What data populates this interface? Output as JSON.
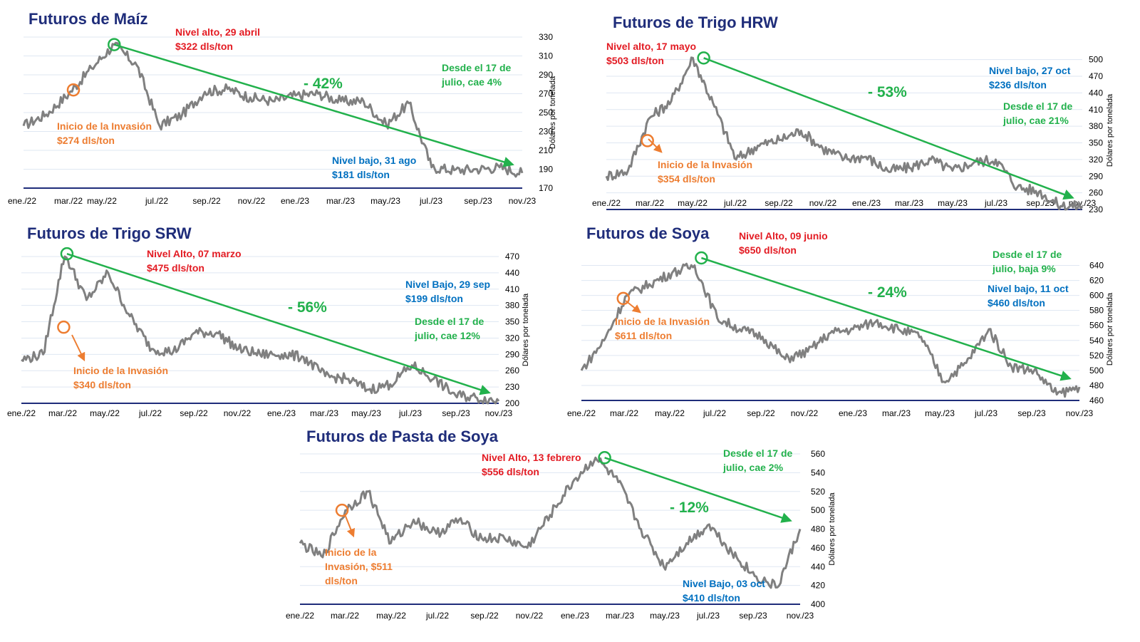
{
  "colors": {
    "title": "#1f2d7a",
    "series": "#808080",
    "high": "#e31b23",
    "low": "#0070c0",
    "invasion": "#ed7d31",
    "trend": "#22b14c",
    "axis": "#1f2d7a",
    "grid": "#dfe7f2"
  },
  "x_tick_labels": [
    "ene./22",
    "mar./22",
    "may./22",
    "jul./22",
    "sep./22",
    "nov./22",
    "ene./23",
    "mar./23",
    "may./23",
    "jul./23",
    "sep./23",
    "nov./23"
  ],
  "chart_data": [
    {
      "type": "line",
      "title": "Futuros de Maíz",
      "ylabel": "Dólares por tonelada",
      "ylim": [
        170,
        330
      ],
      "yticks": [
        170,
        190,
        210,
        230,
        250,
        270,
        290,
        310,
        330
      ],
      "grid": true,
      "x": [
        "ene./22",
        "feb./22",
        "mar./22",
        "abr./22",
        "may./22",
        "jun./22",
        "jul./22",
        "ago./22",
        "sep./22",
        "oct./22",
        "nov./22",
        "dic./22",
        "ene./23",
        "feb./23",
        "mar./23",
        "abr./23",
        "may./23",
        "jun./23",
        "jul./23",
        "ago./23",
        "sep./23",
        "oct./23",
        "nov./23"
      ],
      "series": [
        {
          "values": [
            236,
            248,
            270,
            297,
            322,
            300,
            236,
            248,
            272,
            275,
            266,
            262,
            268,
            270,
            262,
            262,
            237,
            260,
            192,
            189,
            190,
            192,
            186
          ]
        }
      ],
      "high": {
        "label": "Nivel alto, 29 abril",
        "value_label": "$322 dls/ton",
        "x": 4,
        "y": 322
      },
      "low": {
        "label": "Nivel bajo, 31 ago",
        "value_label": "$181 dls/ton"
      },
      "invasion": {
        "label": "Inicio de la Invasión",
        "value_label": "$274 dls/ton",
        "x": 2.2,
        "y": 274
      },
      "change": "- 42%",
      "since_july": [
        "Desde el 17 de",
        "julio, cae 4%"
      ]
    },
    {
      "type": "line",
      "title": "Futuros de Trigo HRW",
      "ylabel": "Dólares por tonelada",
      "ylim": [
        230,
        515
      ],
      "yticks": [
        230,
        260,
        290,
        320,
        350,
        380,
        410,
        440,
        470,
        500
      ],
      "grid": true,
      "x": [
        "ene./22",
        "feb./22",
        "mar./22",
        "abr./22",
        "may./22",
        "jun./22",
        "jul./22",
        "ago./22",
        "sep./22",
        "oct./22",
        "nov./22",
        "dic./22",
        "ene./23",
        "feb./23",
        "mar./23",
        "abr./23",
        "may./23",
        "jun./23",
        "jul./23",
        "ago./23",
        "sep./23",
        "oct./23",
        "nov./23"
      ],
      "series": [
        {
          "values": [
            290,
            300,
            395,
            425,
            503,
            415,
            320,
            345,
            355,
            372,
            340,
            322,
            325,
            300,
            305,
            320,
            300,
            315,
            320,
            270,
            262,
            236,
            236
          ]
        }
      ],
      "high": {
        "label": "Nivel alto, 17 mayo",
        "value_label": "$503 dls/ton",
        "x": 4.5,
        "y": 503
      },
      "low": {
        "label": "Nivel bajo, 27 oct",
        "value_label": "$236 dls/ton"
      },
      "invasion": {
        "label": "Inicio de la Invasión",
        "value_label": "$354 dls/ton",
        "x": 1.9,
        "y": 354
      },
      "change": "- 53%",
      "since_july": [
        "Desde el 17 de",
        "julio, cae 21%"
      ]
    },
    {
      "type": "line",
      "title": "Futuros de Trigo SRW",
      "ylabel": "Dólares por tonelada",
      "ylim": [
        200,
        470
      ],
      "yticks": [
        200,
        230,
        260,
        290,
        320,
        350,
        380,
        410,
        440,
        470
      ],
      "grid": true,
      "x": [
        "ene./22",
        "feb./22",
        "mar./22",
        "abr./22",
        "may./22",
        "jun./22",
        "jul./22",
        "ago./22",
        "sep./22",
        "oct./22",
        "nov./22",
        "dic./22",
        "ene./23",
        "feb./23",
        "mar./23",
        "abr./23",
        "may./23",
        "jun./23",
        "jul./23",
        "ago./23",
        "sep./23",
        "oct./23",
        "nov./23"
      ],
      "series": [
        {
          "values": [
            280,
            290,
            475,
            390,
            440,
            360,
            300,
            295,
            330,
            330,
            300,
            290,
            290,
            285,
            250,
            245,
            225,
            235,
            270,
            245,
            215,
            210,
            204
          ]
        }
      ],
      "high": {
        "label": "Nivel Alto, 07 marzo",
        "value_label": "$475 dls/ton",
        "x": 2.1,
        "y": 475
      },
      "low": {
        "label": "Nivel Bajo, 29 sep",
        "value_label": "$199 dls/ton"
      },
      "invasion": {
        "label": "Inicio de la Invasión",
        "value_label": "$340 dls/ton",
        "x": 1.95,
        "y": 340
      },
      "change": "- 56%",
      "since_july": [
        "Desde el 17 de",
        "julio, cae 12%"
      ]
    },
    {
      "type": "line",
      "title": "Futuros de Soya",
      "ylabel": "Dólares por tonelada",
      "ylim": [
        460,
        650
      ],
      "yticks": [
        460,
        480,
        500,
        520,
        540,
        560,
        580,
        600,
        620,
        640
      ],
      "grid": true,
      "x": [
        "ene./22",
        "feb./22",
        "mar./22",
        "abr./22",
        "may./22",
        "jun./22",
        "jul./22",
        "ago./22",
        "sep./22",
        "oct./22",
        "nov./22",
        "dic./22",
        "ene./23",
        "feb./23",
        "mar./23",
        "abr./23",
        "may./23",
        "jun./23",
        "jul./23",
        "ago./23",
        "sep./23",
        "oct./23",
        "nov./23"
      ],
      "series": [
        {
          "values": [
            500,
            540,
            600,
            615,
            630,
            640,
            570,
            555,
            545,
            515,
            525,
            550,
            555,
            565,
            555,
            545,
            485,
            510,
            555,
            505,
            500,
            468,
            478
          ]
        }
      ],
      "high": {
        "label": "Nivel Alto, 09 junio",
        "value_label": "$650 dls/ton",
        "x": 5.3,
        "y": 650
      },
      "low": {
        "label": "Nivel bajo, 11 oct",
        "value_label": "$460 dls/ton"
      },
      "invasion": {
        "label": "Inicio de la Invasión",
        "value_label": "$611 dls/ton",
        "x": 1.85,
        "y": 596
      },
      "change": "- 24%",
      "since_july": [
        "Desde el 17 de",
        "julio, baja 9%"
      ]
    },
    {
      "type": "line",
      "title": "Futuros de Pasta de Soya",
      "ylabel": "Dólares por tonelada",
      "ylim": [
        400,
        560
      ],
      "yticks": [
        400,
        420,
        440,
        460,
        480,
        500,
        520,
        540,
        560
      ],
      "grid": true,
      "x": [
        "ene./22",
        "feb./22",
        "mar./22",
        "abr./22",
        "may./22",
        "jun./22",
        "jul./22",
        "ago./22",
        "sep./22",
        "oct./22",
        "nov./22",
        "dic./22",
        "ene./23",
        "feb./23",
        "mar./23",
        "abr./23",
        "may./23",
        "jun./23",
        "jul./23",
        "ago./23",
        "sep./23",
        "oct./23",
        "nov./23"
      ],
      "series": [
        {
          "values": [
            465,
            450,
            500,
            520,
            465,
            490,
            475,
            490,
            470,
            470,
            460,
            495,
            530,
            556,
            530,
            480,
            440,
            465,
            485,
            455,
            430,
            418,
            480
          ]
        }
      ],
      "high": {
        "label": "Nivel Alto, 13 febrero",
        "value_label": "$556 dls/ton",
        "x": 13.4,
        "y": 556
      },
      "low": {
        "label": "Nivel Bajo, 03 oct",
        "value_label": "$410 dls/ton"
      },
      "invasion": {
        "label": "Inicio de la",
        "label2": "Invasión, $511",
        "value_label": "dls/ton",
        "x": 1.85,
        "y": 500
      },
      "change": "- 12%",
      "since_july": [
        "Desde el 17 de",
        "julio, cae 2%"
      ]
    }
  ]
}
